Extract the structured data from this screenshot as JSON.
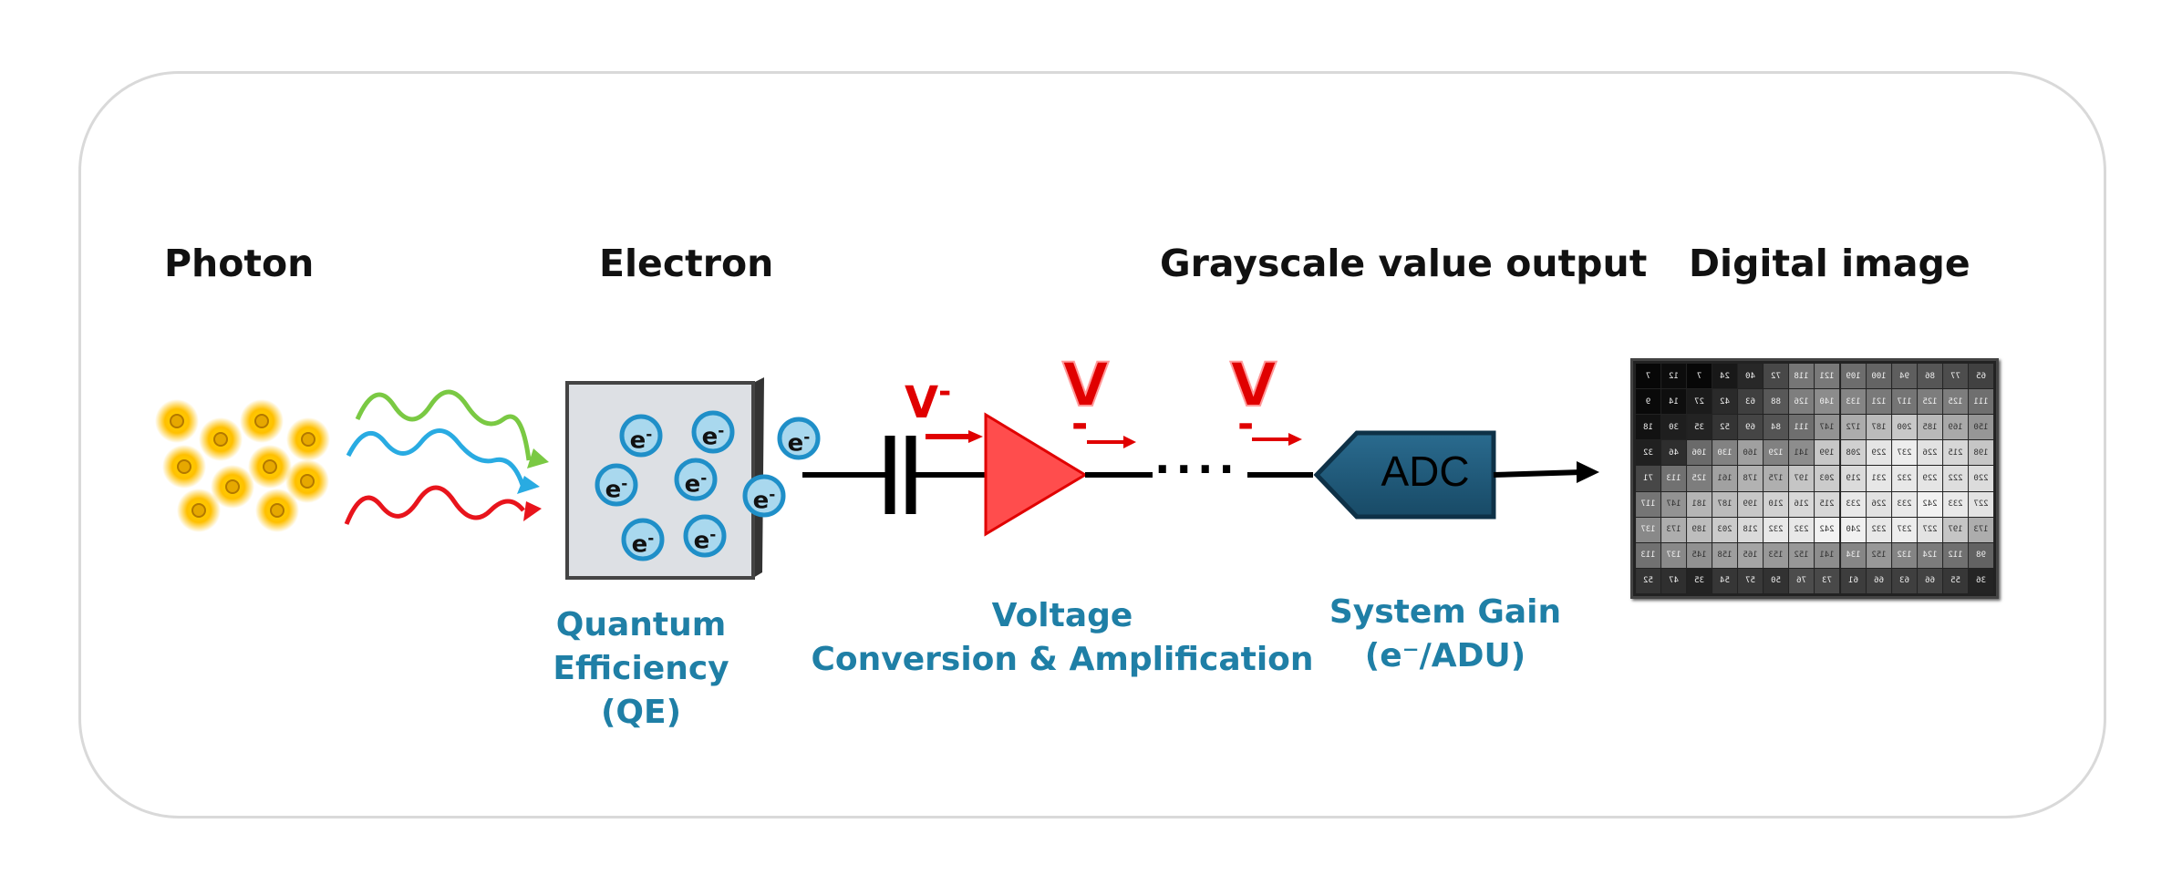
{
  "stages": {
    "photon": "Photon",
    "electron": "Electron",
    "grayscale": "Grayscale value output",
    "digital_image": "Digital image"
  },
  "electron_label": "e",
  "electron_sup": "-",
  "voltage": {
    "symbol": "V",
    "sign": "-"
  },
  "adc_label": "ADC",
  "dots": "....",
  "captions": {
    "qe": [
      "Quantum",
      "Efficiency",
      "(QE)"
    ],
    "voltage": [
      "Voltage",
      "Conversion & Amplification"
    ],
    "gain": [
      "System Gain",
      "(e⁻/ADU)"
    ]
  },
  "colors": {
    "caption": "#1f7fa6",
    "amplifier": "#ff4d4d",
    "adc": "#1f5b7a",
    "voltage_red": "#e00000",
    "electron_fill": "#a9d8ee",
    "electron_stroke": "#1f8fc8",
    "wave_green": "#7ac943",
    "wave_blue": "#29abe2",
    "wave_red": "#e8141c"
  },
  "digital_image": {
    "rows": [
      [
        "7",
        "12",
        "7",
        "24",
        "40",
        "72",
        "118",
        "121",
        "109",
        "100",
        "94",
        "86",
        "77",
        "65"
      ],
      [
        "9",
        "14",
        "27",
        "42",
        "63",
        "88",
        "126",
        "140",
        "133",
        "121",
        "117",
        "125",
        "125",
        "111"
      ],
      [
        "18",
        "30",
        "35",
        "52",
        "69",
        "84",
        "111",
        "147",
        "172",
        "187",
        "200",
        "185",
        "169",
        "150"
      ],
      [
        "32",
        "46",
        "106",
        "130",
        "160",
        "129",
        "141",
        "199",
        "208",
        "229",
        "237",
        "226",
        "215",
        "198"
      ],
      [
        "71",
        "113",
        "125",
        "161",
        "178",
        "175",
        "197",
        "203",
        "219",
        "231",
        "232",
        "229",
        "222",
        "220"
      ],
      [
        "117",
        "147",
        "181",
        "187",
        "199",
        "210",
        "216",
        "215",
        "233",
        "226",
        "233",
        "242",
        "233",
        "227"
      ],
      [
        "137",
        "173",
        "189",
        "203",
        "218",
        "232",
        "232",
        "242",
        "240",
        "232",
        "237",
        "227",
        "197",
        "173"
      ],
      [
        "113",
        "137",
        "145",
        "158",
        "165",
        "153",
        "152",
        "141",
        "134",
        "152",
        "132",
        "124",
        "112",
        "98"
      ],
      [
        "52",
        "47",
        "35",
        "54",
        "57",
        "50",
        "76",
        "73",
        "61",
        "66",
        "63",
        "66",
        "55",
        "36"
      ]
    ]
  }
}
